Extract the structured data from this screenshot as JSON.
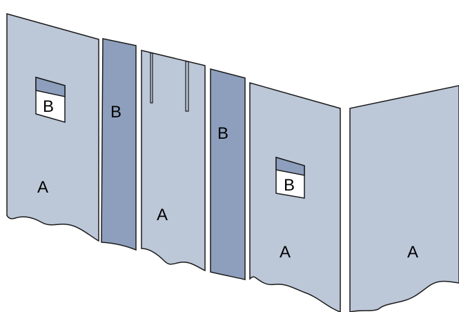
{
  "colors": {
    "light_panel": "#bcc7d8",
    "dark_panel": "#8d9fbd",
    "outline": "#1a1a1a",
    "label_bg": "#ffffff"
  },
  "panels": [
    {
      "id": "panel-1",
      "label": "A",
      "shade": "light",
      "inset_label": "B"
    },
    {
      "id": "panel-2",
      "label": "B",
      "shade": "dark"
    },
    {
      "id": "panel-3",
      "label": "A",
      "shade": "light"
    },
    {
      "id": "panel-4",
      "label": "B",
      "shade": "dark"
    },
    {
      "id": "panel-5",
      "label": "A",
      "shade": "light",
      "inset_label": "B"
    },
    {
      "id": "panel-6",
      "label": "A",
      "shade": "light"
    }
  ]
}
